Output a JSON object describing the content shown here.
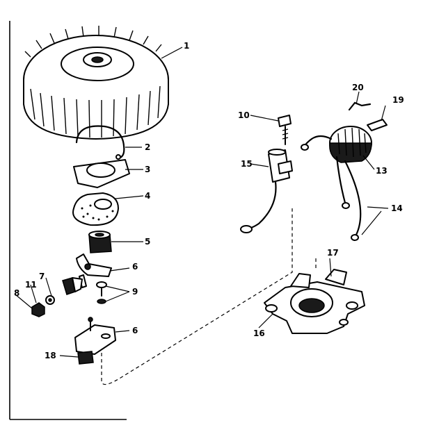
{
  "callouts": {
    "c1": "1",
    "c2": "2",
    "c3": "3",
    "c4": "4",
    "c5": "5",
    "c6a": "6",
    "c6b": "6",
    "c7": "7",
    "c8": "8",
    "c9": "9",
    "c10": "10",
    "c11": "11",
    "c13": "13",
    "c14": "14",
    "c15": "15",
    "c16": "16",
    "c17": "17",
    "c18": "18",
    "c19": "19",
    "c20": "20"
  },
  "colors": {
    "ink": "#000000",
    "paper": "#ffffff"
  }
}
